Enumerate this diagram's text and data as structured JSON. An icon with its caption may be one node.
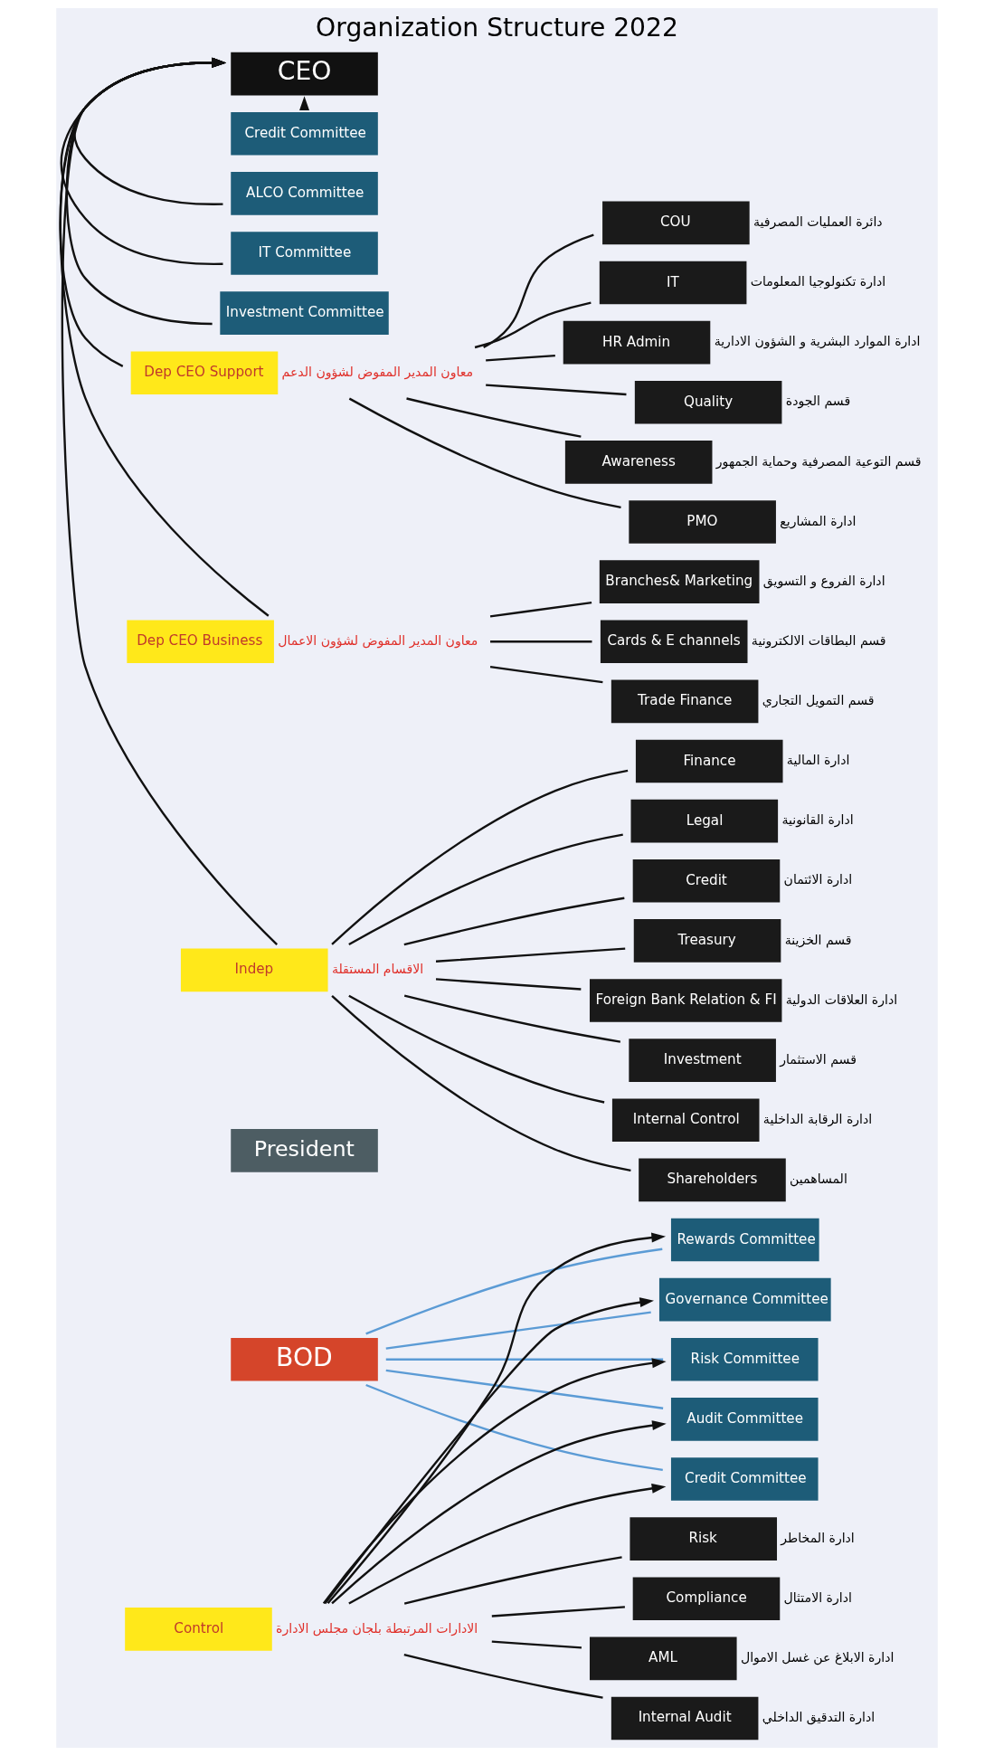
{
  "diagram": {
    "title": "Organization Structure 2022",
    "nodes": [
      {
        "text": [
          "BOD"
        ]
      },
      {
        "text": [
          "President"
        ]
      },
      {
        "text": [
          "Rewards Committee"
        ]
      },
      {
        "text": [
          "Governance Committee"
        ]
      },
      {
        "text": [
          "Risk Committee"
        ]
      },
      {
        "text": [
          "Audit Committee"
        ]
      },
      {
        "text": [
          "Credit Committee"
        ]
      },
      {
        "text": [
          "CEO"
        ]
      },
      {
        "text": [
          "Credit Committee"
        ]
      },
      {
        "text": [
          "ALCO Committee"
        ]
      },
      {
        "text": [
          "IT Committee"
        ]
      },
      {
        "text": [
          "Investment Committee"
        ]
      },
      {
        "text": [
          "Dep CEO Support"
        ],
        "beside": [
          "معاون المدير المفوض لشؤون الدعم"
        ]
      },
      {
        "text": [
          "COU"
        ],
        "beside": [
          "دائرة العمليات المصرفية"
        ]
      },
      {
        "text": [
          "IT"
        ],
        "beside": [
          "ادارة تكنولوجيا المعلومات"
        ]
      },
      {
        "text": [
          "HR Admin"
        ],
        "beside": [
          "ادارة الموارد البشرية و الشؤون الادارية"
        ]
      },
      {
        "text": [
          "Quality"
        ],
        "beside": [
          "قسم الجودة"
        ]
      },
      {
        "text": [
          "Awareness"
        ],
        "beside": [
          "قسم التوعية المصرفية وحماية الجمهور"
        ]
      },
      {
        "text": [
          "PMO"
        ],
        "beside": [
          "ادارة المشاريع"
        ]
      },
      {
        "text": [
          "Dep CEO Business"
        ],
        "beside": [
          "معاون المدير المفوض لشؤون الاعمال"
        ]
      },
      {
        "text": [
          "Branches& Marketing"
        ],
        "beside": [
          "ادارة الفروع و التسويق"
        ]
      },
      {
        "text": [
          "Cards & E channels"
        ],
        "beside": [
          "قسم البطاقات الالكترونية"
        ]
      },
      {
        "text": [
          "Trade Finance"
        ],
        "beside": [
          "قسم التمويل التجاري"
        ]
      },
      {
        "text": [
          "Indep"
        ],
        "beside": [
          "الاقسام المستقلة"
        ]
      },
      {
        "text": [
          "Finance"
        ],
        "beside": [
          "ادارة المالية"
        ]
      },
      {
        "text": [
          "Legal"
        ],
        "beside": [
          "ادارة القانونية"
        ]
      },
      {
        "text": [
          "Credit"
        ],
        "beside": [
          "ادارة الائتمان"
        ]
      },
      {
        "text": [
          "Treasury"
        ],
        "beside": [
          "قسم الخزينة"
        ]
      },
      {
        "text": [
          "Foreign Bank Relation & FI"
        ],
        "beside": [
          "ادارة العلاقات الدولية"
        ]
      },
      {
        "text": [
          "Investment"
        ],
        "beside": [
          "قسم الاستثمار"
        ]
      },
      {
        "text": [
          "Internal Control"
        ],
        "beside": [
          "ادارة الرقابة الداخلية"
        ]
      },
      {
        "text": [
          "Shareholders"
        ],
        "beside": [
          "المساهمين"
        ]
      },
      {
        "text": [
          "Control"
        ],
        "beside": [
          "الادارات المرتبطة بلجان مجلس الادارة"
        ]
      },
      {
        "text": [
          "Risk"
        ],
        "beside": [
          "ادارة المخاطر"
        ]
      },
      {
        "text": [
          "Compliance"
        ],
        "beside": [
          "ادارة الامتثال"
        ]
      },
      {
        "text": [
          "AML"
        ],
        "beside": [
          "ادارة الابلاغ عن غسل الاموال"
        ]
      },
      {
        "text": [
          "Internal Audit"
        ],
        "beside": [
          "ادارة التدقيق الداخلي"
        ]
      }
    ],
    "edges": [
      {
        "from": 0,
        "to": 2,
        "arrow": "none",
        "color": "#5b9bd5"
      },
      {
        "from": 0,
        "to": 3,
        "arrow": "none",
        "color": "#5b9bd5"
      },
      {
        "from": 0,
        "to": 4,
        "arrow": "none",
        "color": "#5b9bd5"
      },
      {
        "from": 0,
        "to": 5,
        "arrow": "none",
        "color": "#5b9bd5"
      },
      {
        "from": 0,
        "to": 6,
        "arrow": "none",
        "color": "#5b9bd5"
      },
      {
        "from": 32,
        "to": 2,
        "arrow": "to"
      },
      {
        "from": 32,
        "to": 3,
        "arrow": "to"
      },
      {
        "from": 32,
        "to": 4,
        "arrow": "to"
      },
      {
        "from": 32,
        "to": 5,
        "arrow": "to"
      },
      {
        "from": 32,
        "to": 6,
        "arrow": "to"
      },
      {
        "from": 8,
        "to": 7,
        "arrow": "to"
      },
      {
        "from": 9,
        "to": 7,
        "arrow": "to"
      },
      {
        "from": 10,
        "to": 7,
        "arrow": "to"
      },
      {
        "from": 11,
        "to": 7,
        "arrow": "to"
      },
      {
        "from": 12,
        "to": 7,
        "arrow": "to"
      },
      {
        "from": 19,
        "to": 7,
        "arrow": "to"
      },
      {
        "from": 23,
        "to": 7,
        "arrow": "to"
      },
      {
        "from": 12,
        "to": 13,
        "arrow": "none"
      },
      {
        "from": 12,
        "to": 14,
        "arrow": "none"
      },
      {
        "from": 12,
        "to": 15,
        "arrow": "none"
      },
      {
        "from": 12,
        "to": 16,
        "arrow": "none"
      },
      {
        "from": 12,
        "to": 17,
        "arrow": "none"
      },
      {
        "from": 12,
        "to": 18,
        "arrow": "none"
      },
      {
        "from": 19,
        "to": 20,
        "arrow": "none"
      },
      {
        "from": 19,
        "to": 21,
        "arrow": "none"
      },
      {
        "from": 19,
        "to": 22,
        "arrow": "none"
      },
      {
        "from": 23,
        "to": 24,
        "arrow": "none"
      },
      {
        "from": 23,
        "to": 25,
        "arrow": "none"
      },
      {
        "from": 23,
        "to": 26,
        "arrow": "none"
      },
      {
        "from": 23,
        "to": 27,
        "arrow": "none"
      },
      {
        "from": 23,
        "to": 28,
        "arrow": "none"
      },
      {
        "from": 23,
        "to": 29,
        "arrow": "none"
      },
      {
        "from": 23,
        "to": 30,
        "arrow": "none"
      },
      {
        "from": 23,
        "to": 31,
        "arrow": "none"
      },
      {
        "from": 32,
        "to": 33,
        "arrow": "none"
      },
      {
        "from": 32,
        "to": 34,
        "arrow": "none"
      },
      {
        "from": 32,
        "to": 35,
        "arrow": "none"
      },
      {
        "from": 32,
        "to": 36,
        "arrow": "none"
      }
    ]
  }
}
